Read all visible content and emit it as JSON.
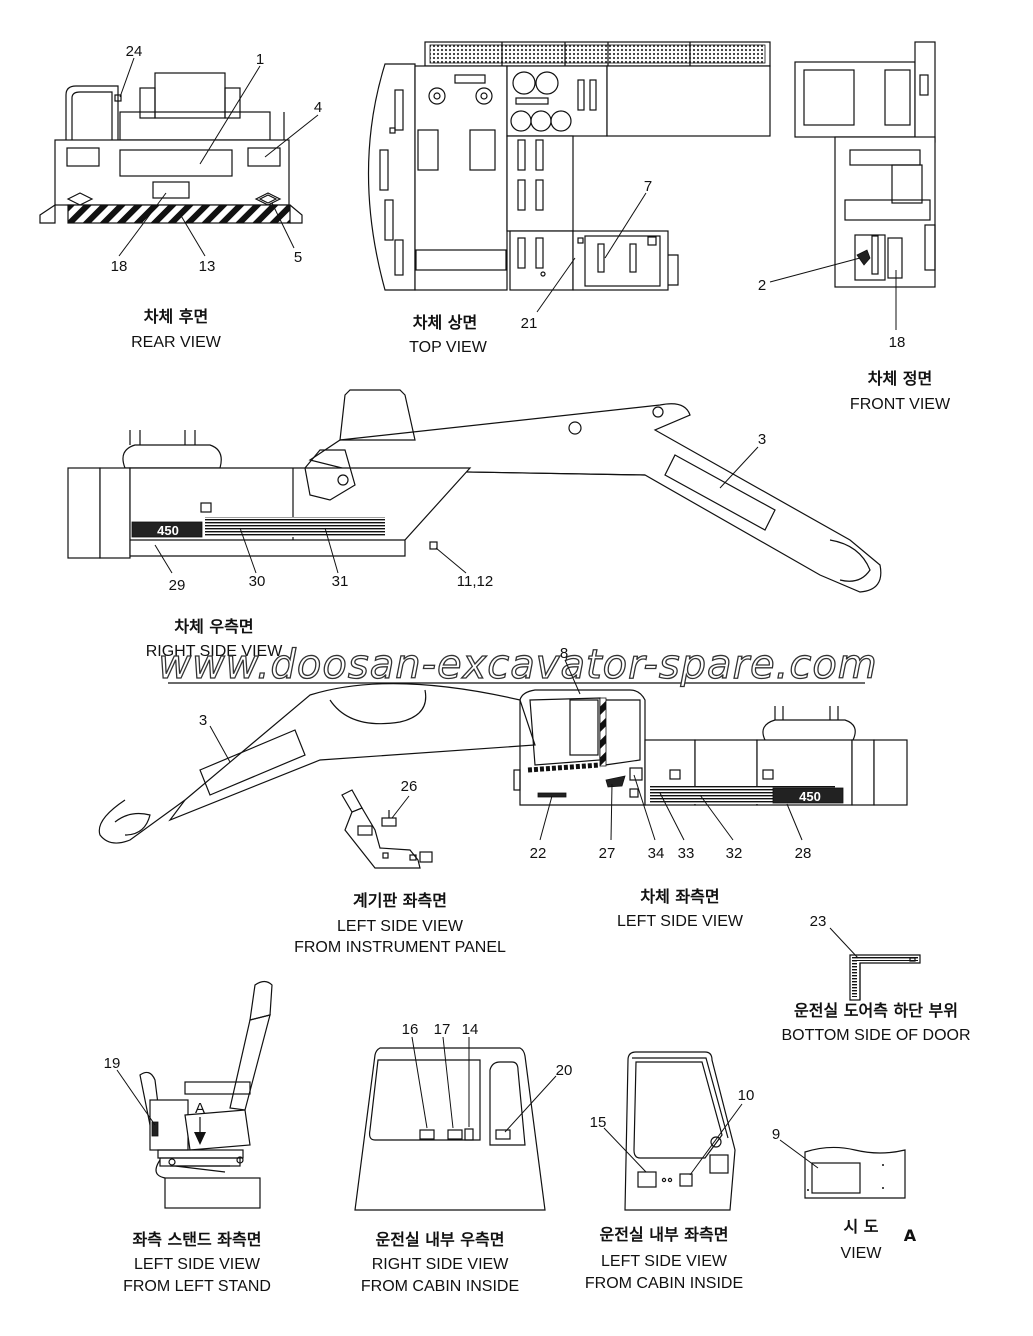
{
  "watermark": "www.doosan-excavator-spare.com",
  "views": {
    "rear": {
      "ko": "차체 후면",
      "en": "REAR VIEW"
    },
    "top": {
      "ko": "차체 상면",
      "en": "TOP VIEW"
    },
    "front": {
      "ko": "차체 정면",
      "en": "FRONT VIEW"
    },
    "right_side": {
      "ko": "차체 우측면",
      "en": "RIGHT SIDE VIEW"
    },
    "left_side": {
      "ko": "차체 좌측면",
      "en": "LEFT SIDE VIEW"
    },
    "instrument": {
      "ko": "계기판 좌측면",
      "en1": "LEFT SIDE VIEW",
      "en2": "FROM INSTRUMENT PANEL"
    },
    "door_bottom": {
      "ko": "운전실 도어측 하단 부위",
      "en": "BOTTOM SIDE OF DOOR"
    },
    "left_stand": {
      "ko": "좌측 스탠드 좌측면",
      "en1": "LEFT SIDE VIEW",
      "en2": "FROM LEFT STAND"
    },
    "cabin_right": {
      "ko": "운전실 내부 우측면",
      "en1": "RIGHT SIDE VIEW",
      "en2": "FROM CABIN INSIDE"
    },
    "cabin_left": {
      "ko": "운전실 내부 좌측면",
      "en1": "LEFT SIDE VIEW",
      "en2": "FROM CABIN INSIDE"
    },
    "view_a": {
      "ko": "시 도",
      "en": "VIEW",
      "letter": "A"
    }
  },
  "seat_marker": "A",
  "model_badge": "450",
  "callouts": {
    "c1": "1",
    "c2": "2",
    "c3a": "3",
    "c3b": "3",
    "c4": "4",
    "c5": "5",
    "c7": "7",
    "c8": "8",
    "c9": "9",
    "c10": "10",
    "c11_12": "11,12",
    "c13": "13",
    "c14": "14",
    "c15": "15",
    "c16": "16",
    "c17": "17",
    "c18a": "18",
    "c18b": "18",
    "c19": "19",
    "c20": "20",
    "c21": "21",
    "c22": "22",
    "c23": "23",
    "c24": "24",
    "c26": "26",
    "c27": "27",
    "c28": "28",
    "c29": "29",
    "c30": "30",
    "c31": "31",
    "c32": "32",
    "c33": "33",
    "c34": "34"
  }
}
